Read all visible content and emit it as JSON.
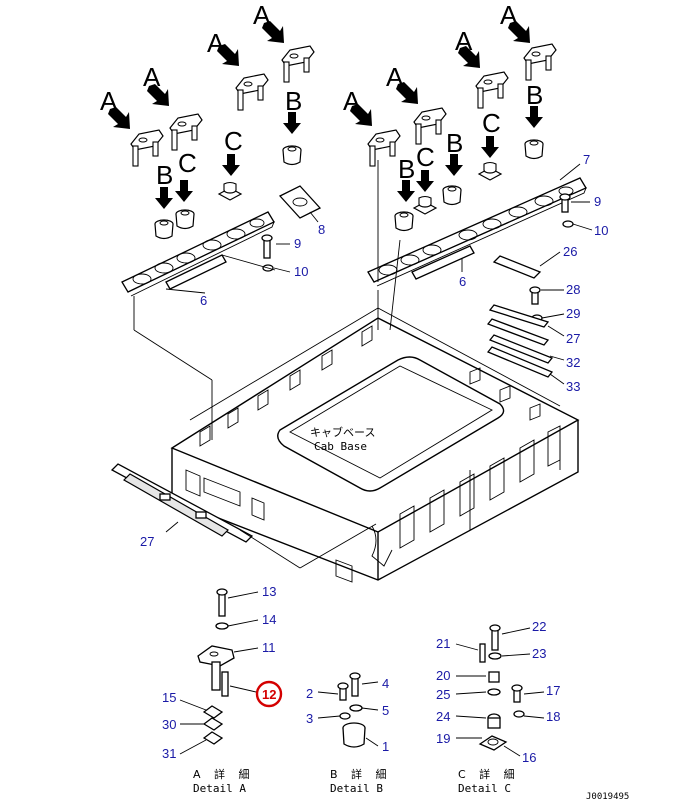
{
  "diagram": {
    "cab_base_label_jp": "キャブベース",
    "cab_base_label_en": "Cab Base",
    "view_letters": {
      "a": "A",
      "b": "B",
      "c": "C"
    },
    "detail_captions": [
      {
        "jp": "A 詳 細",
        "en": "Detail A"
      },
      {
        "jp": "B 詳 細",
        "en": "Detail B"
      },
      {
        "jp": "C 詳 細",
        "en": "Detail C"
      }
    ],
    "drawing_code": "J0019495",
    "highlighted_callout": "12",
    "callouts": {
      "c1": "1",
      "c2": "2",
      "c3": "3",
      "c4": "4",
      "c5": "5",
      "c6": "6",
      "c7": "7",
      "c8": "8",
      "c9": "9",
      "c10": "10",
      "c11": "11",
      "c13": "13",
      "c14": "14",
      "c15": "15",
      "c16": "16",
      "c17": "17",
      "c18": "18",
      "c19": "19",
      "c20": "20",
      "c21": "21",
      "c22": "22",
      "c23": "23",
      "c24": "24",
      "c25": "25",
      "c26": "26",
      "c27": "27",
      "c28": "28",
      "c29": "29",
      "c30": "30",
      "c31": "31",
      "c32": "32",
      "c33": "33"
    }
  }
}
